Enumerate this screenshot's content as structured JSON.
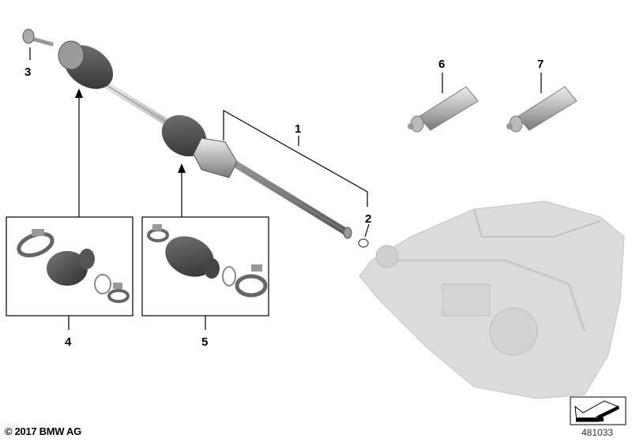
{
  "diagram": {
    "part_labels": [
      "1",
      "2",
      "3",
      "4",
      "5",
      "6",
      "7"
    ],
    "copyright": "© 2017 BMW AG",
    "reference_number": "481033",
    "colors": {
      "parts": "#6e6e6e",
      "engine": "#d9d9d9",
      "lines": "#000000"
    }
  }
}
